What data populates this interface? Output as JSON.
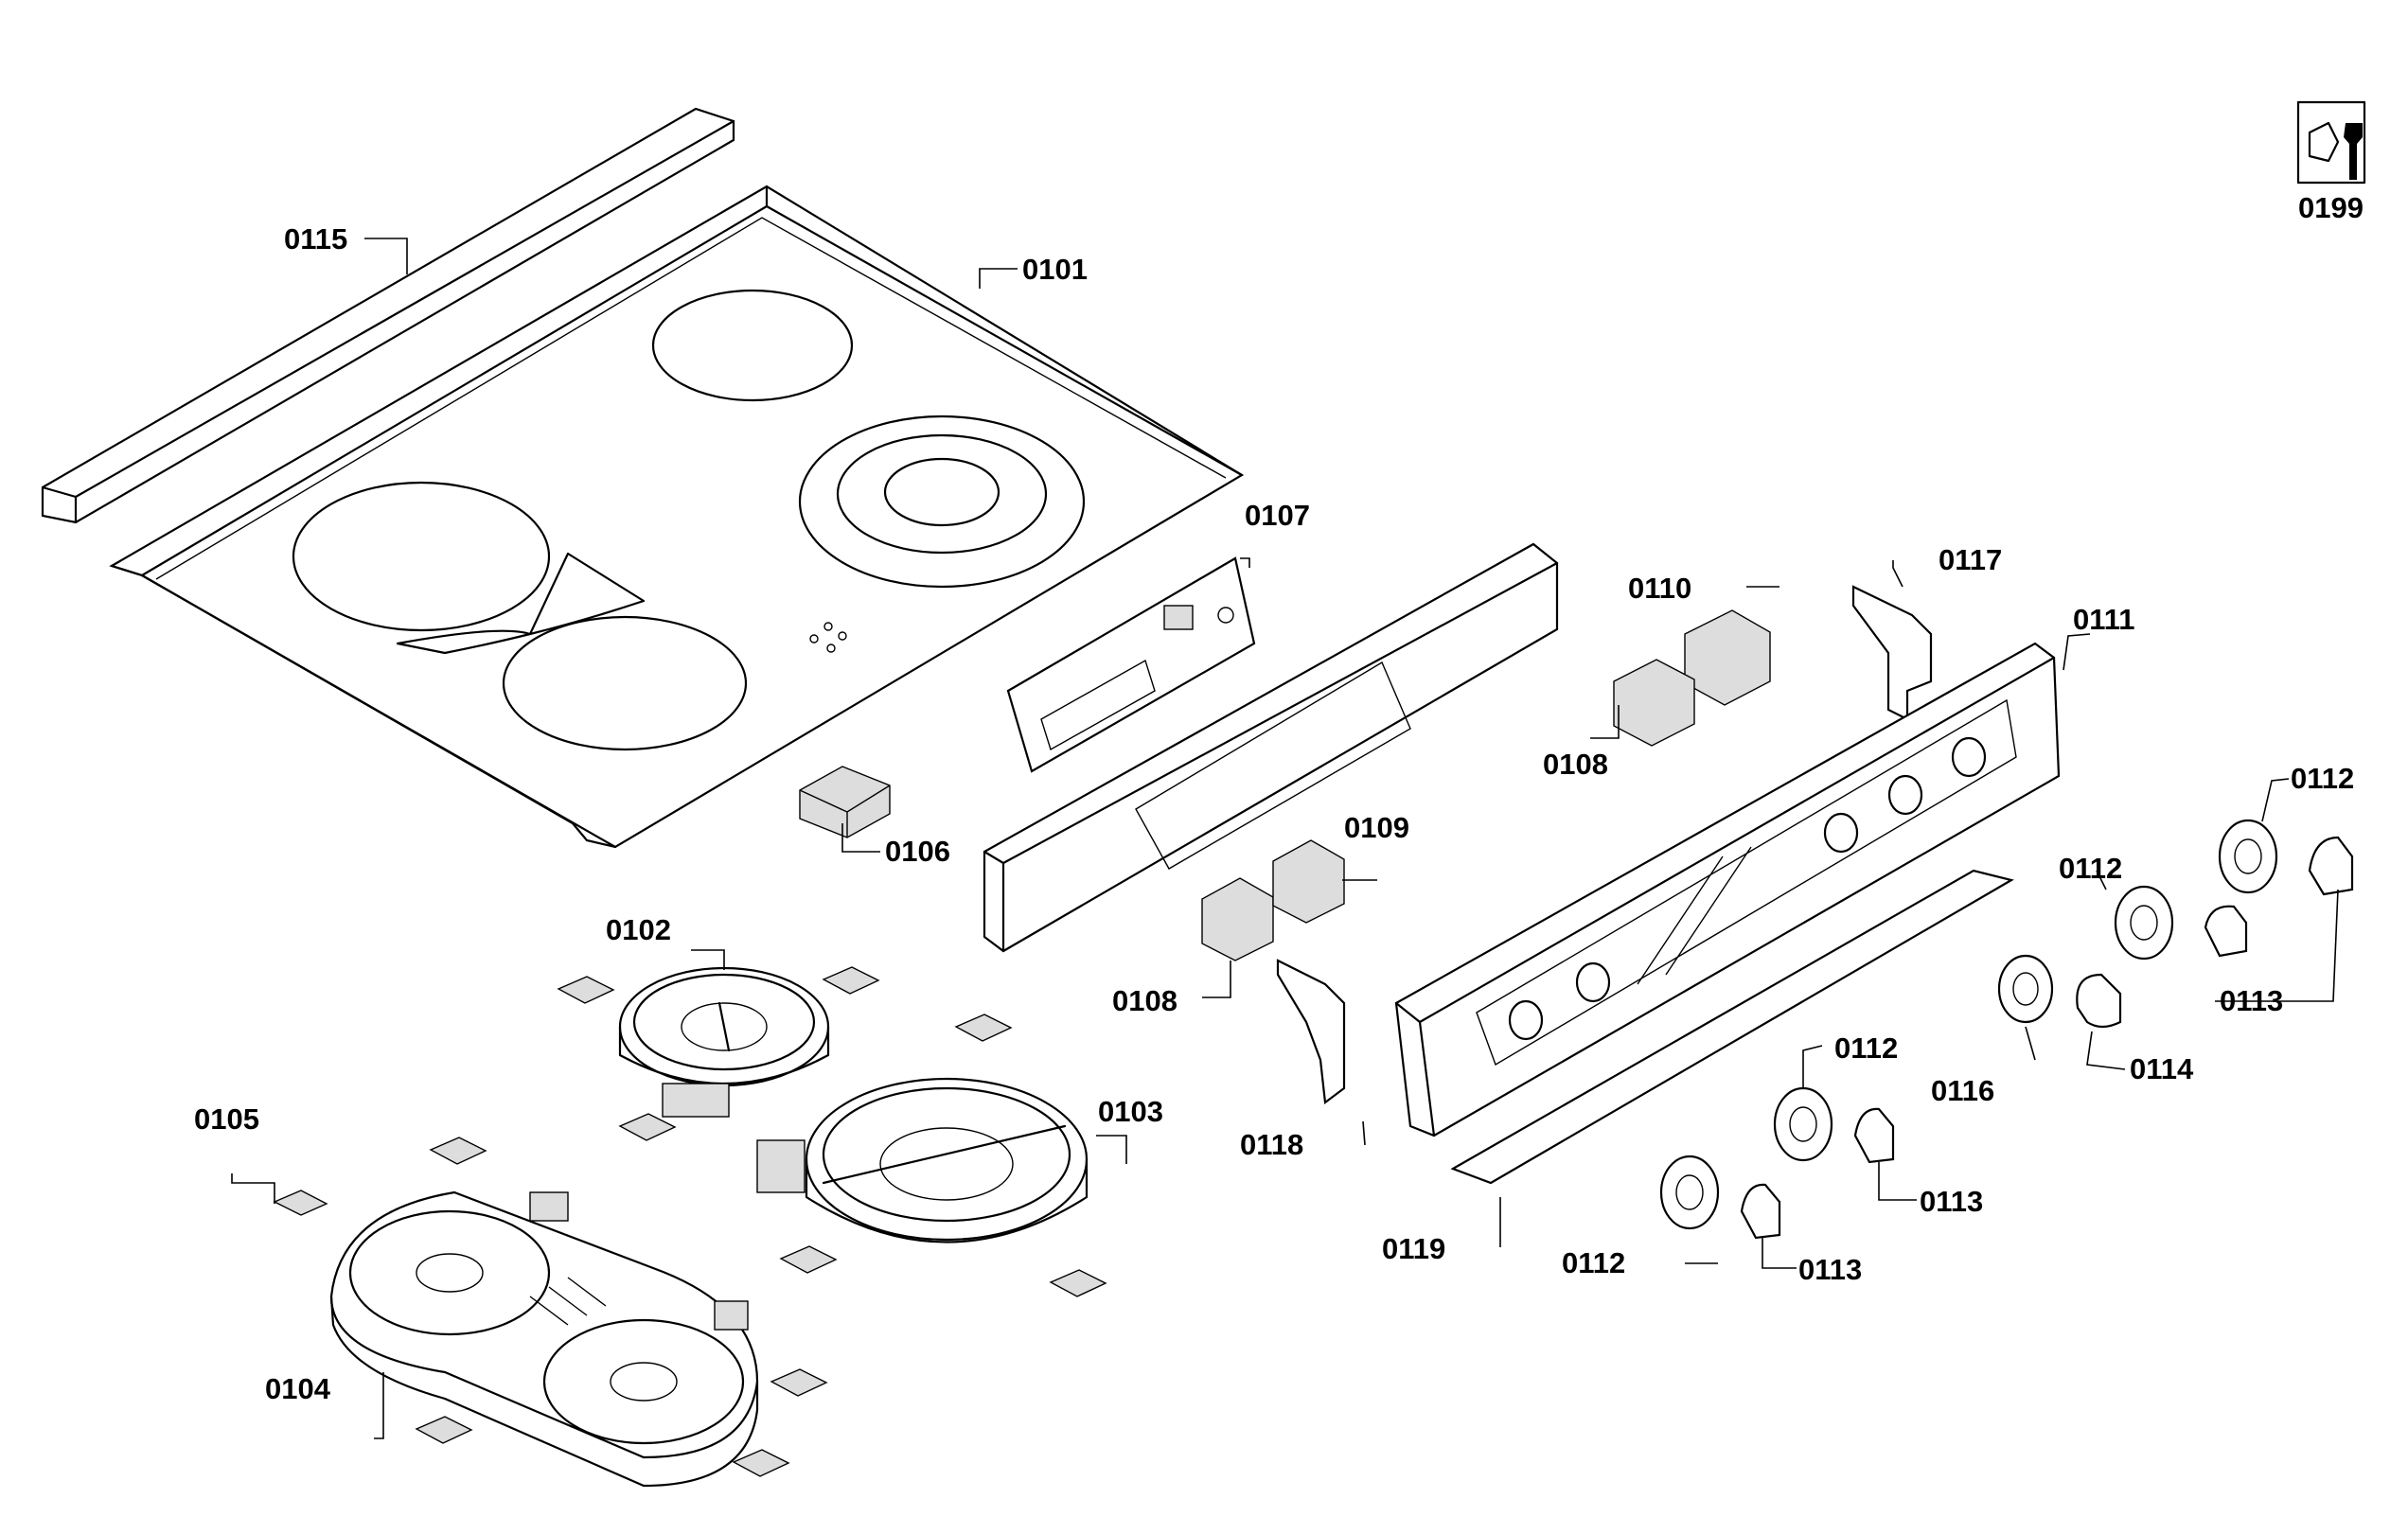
{
  "labels": {
    "p0101": "0101",
    "p0102": "0102",
    "p0103": "0103",
    "p0104": "0104",
    "p0105": "0105",
    "p0106": "0106",
    "p0107": "0107",
    "p0108a": "0108",
    "p0108b": "0108",
    "p0109": "0109",
    "p0110": "0110",
    "p0111": "0111",
    "p0112a": "0112",
    "p0112b": "0112",
    "p0112c": "0112",
    "p0112d": "0112",
    "p0113a": "0113",
    "p0113b": "0113",
    "p0113c": "0113",
    "p0114": "0114",
    "p0115": "0115",
    "p0116": "0116",
    "p0117": "0117",
    "p0118": "0118",
    "p0119": "0119",
    "p0199": "0199"
  },
  "icons": {
    "service_kit": "wrench-nut-icon"
  }
}
